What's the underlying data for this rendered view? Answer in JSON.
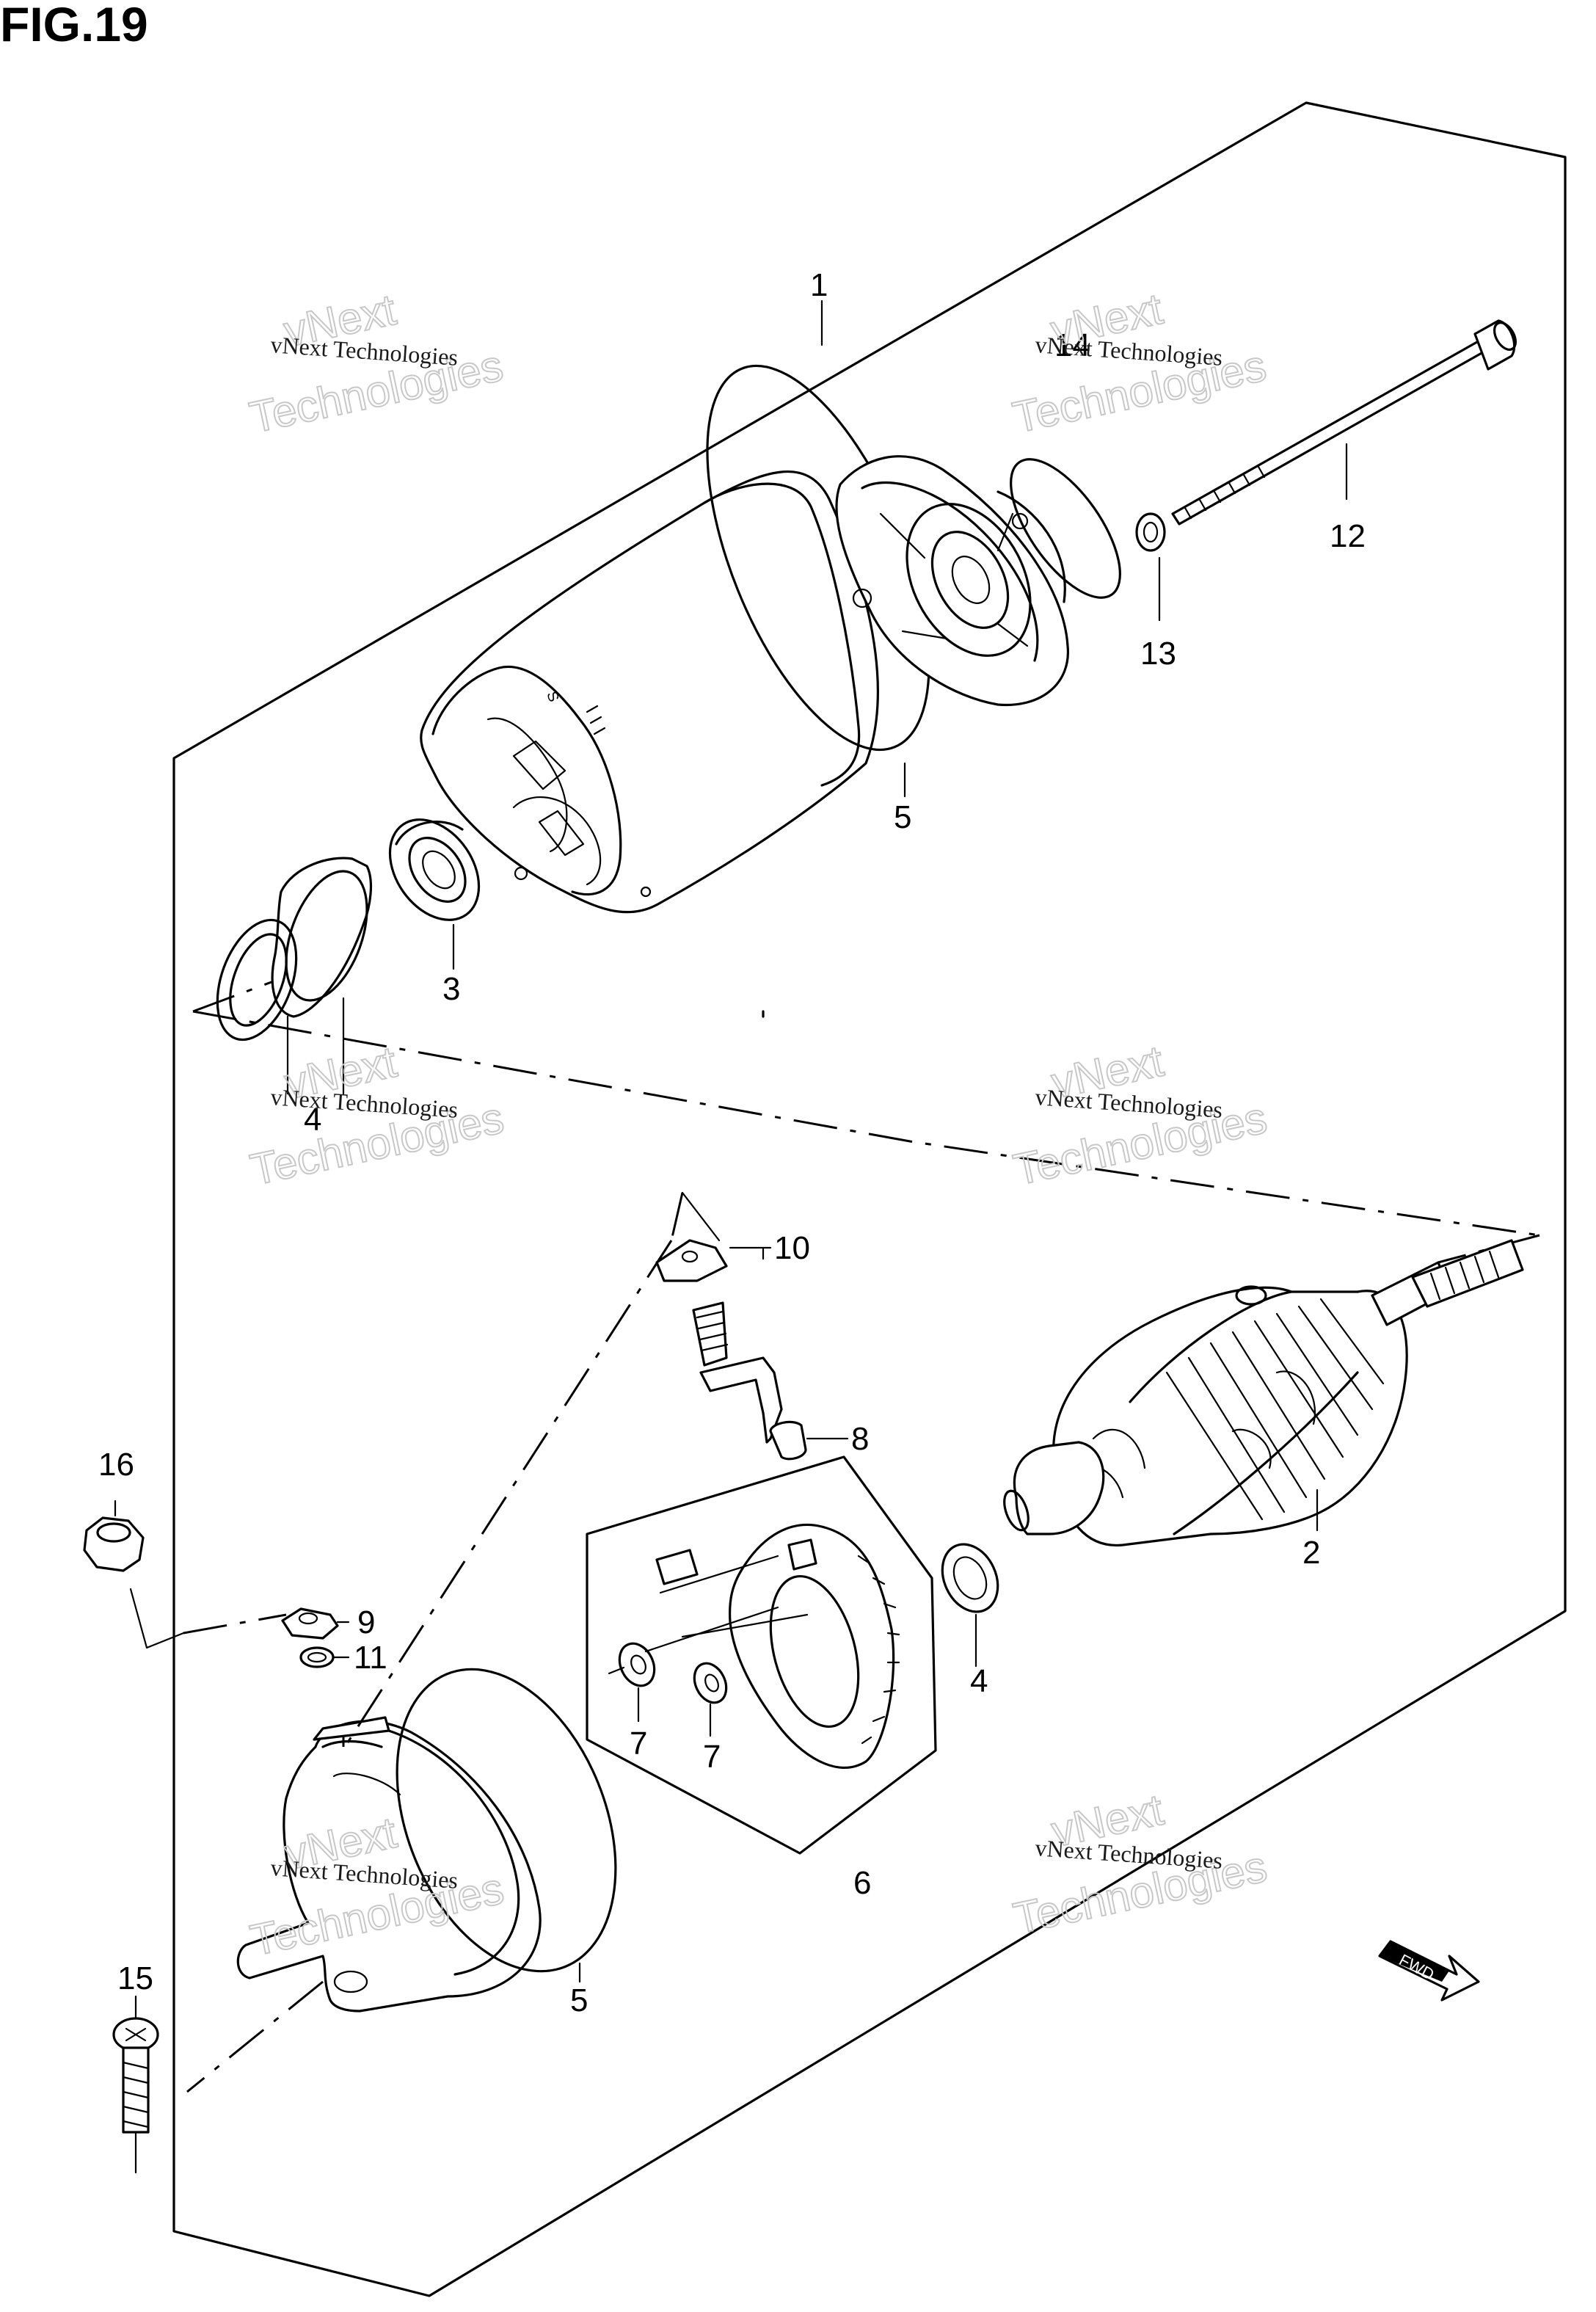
{
  "figure": {
    "title": "FIG.19",
    "fwd_badge": "FWD"
  },
  "callouts": [
    {
      "id": "c1",
      "text": "1"
    },
    {
      "id": "c2",
      "text": "2"
    },
    {
      "id": "c3",
      "text": "3"
    },
    {
      "id": "c4a",
      "text": "4"
    },
    {
      "id": "c4b",
      "text": "4"
    },
    {
      "id": "c5a",
      "text": "5"
    },
    {
      "id": "c5b",
      "text": "5"
    },
    {
      "id": "c6",
      "text": "6"
    },
    {
      "id": "c7a",
      "text": "7"
    },
    {
      "id": "c7b",
      "text": "7"
    },
    {
      "id": "c8",
      "text": "8"
    },
    {
      "id": "c9",
      "text": "9"
    },
    {
      "id": "c10",
      "text": "10"
    },
    {
      "id": "c11",
      "text": "11"
    },
    {
      "id": "c12",
      "text": "12"
    },
    {
      "id": "c13",
      "text": "13"
    },
    {
      "id": "c14",
      "text": "14"
    },
    {
      "id": "c15",
      "text": "15"
    },
    {
      "id": "c16",
      "text": "16"
    }
  ],
  "watermark": {
    "line1": "vNext Technologies",
    "line2a": "vNext",
    "line2b": "Technologies"
  }
}
